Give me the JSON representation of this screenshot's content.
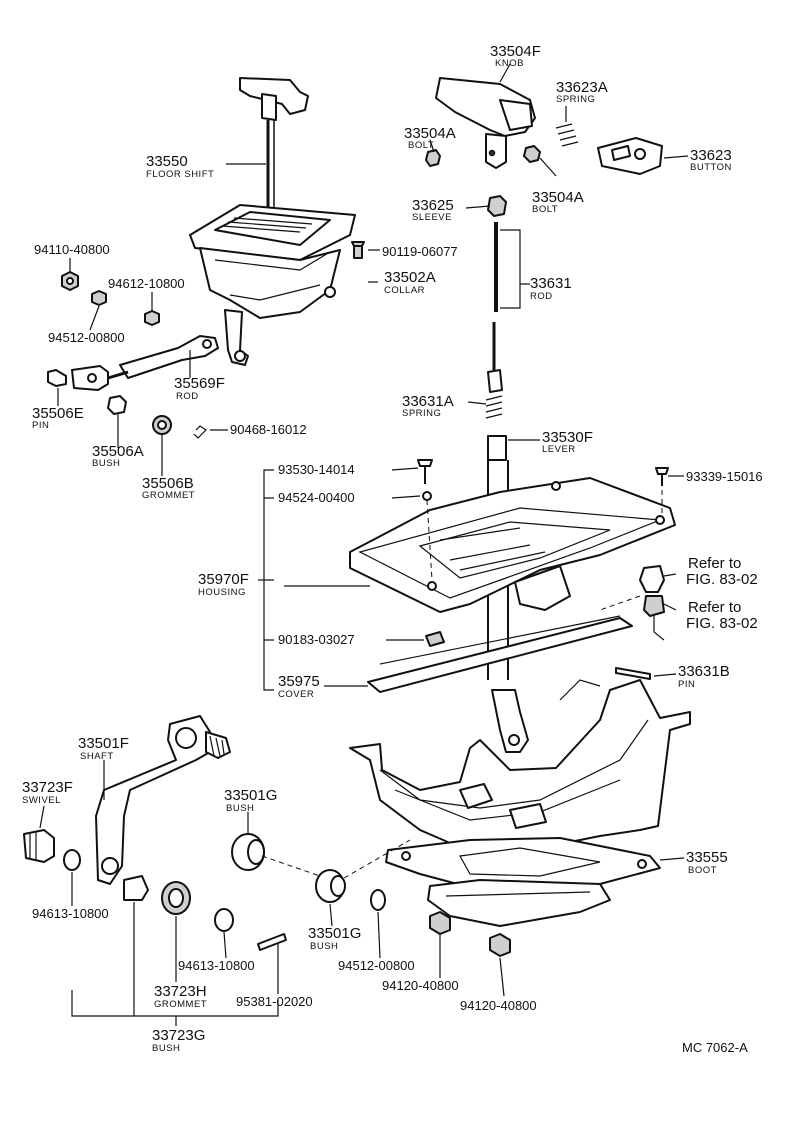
{
  "parts": {
    "p33504F": {
      "num": "33504F",
      "desc": "KNOB"
    },
    "p33623A": {
      "num": "33623A",
      "desc": "SPRING"
    },
    "p33504A_1": {
      "num": "33504A",
      "desc": "BOLT"
    },
    "p33504A_2": {
      "num": "33504A",
      "desc": "BOLT"
    },
    "p33623": {
      "num": "33623",
      "desc": "BUTTON"
    },
    "p33550": {
      "num": "33550",
      "desc": "FLOOR SHIFT"
    },
    "p33625": {
      "num": "33625",
      "desc": "SLEEVE"
    },
    "p94110": {
      "num": "94110-40800"
    },
    "p90119": {
      "num": "90119-06077"
    },
    "p94612": {
      "num": "94612-10800"
    },
    "p33502A": {
      "num": "33502A",
      "desc": "COLLAR"
    },
    "p33631": {
      "num": "33631",
      "desc": "ROD"
    },
    "p94512_1": {
      "num": "94512-00800"
    },
    "p35569F": {
      "num": "35569F",
      "desc": "ROD"
    },
    "p35506E": {
      "num": "35506E",
      "desc": "PIN"
    },
    "p33631A": {
      "num": "33631A",
      "desc": "SPRING"
    },
    "p90468": {
      "num": "90468-16012"
    },
    "p35506A": {
      "num": "35506A",
      "desc": "BUSH"
    },
    "p33530F": {
      "num": "33530F",
      "desc": "LEVER"
    },
    "p35506B": {
      "num": "35506B",
      "desc": "GROMMET"
    },
    "p93530": {
      "num": "93530-14014"
    },
    "p93339": {
      "num": "93339-15016"
    },
    "p94524": {
      "num": "94524-00400"
    },
    "p35970F": {
      "num": "35970F",
      "desc": "HOUSING"
    },
    "p90183": {
      "num": "90183-03027"
    },
    "p35975": {
      "num": "35975",
      "desc": "COVER"
    },
    "p33631B": {
      "num": "33631B",
      "desc": "PIN"
    },
    "p33501F": {
      "num": "33501F",
      "desc": "SHAFT"
    },
    "p33723F": {
      "num": "33723F",
      "desc": "SWIVEL"
    },
    "p33501G_1": {
      "num": "33501G",
      "desc": "BUSH"
    },
    "p33555": {
      "num": "33555",
      "desc": "BOOT"
    },
    "p94613_1": {
      "num": "94613-10800"
    },
    "p33501G_2": {
      "num": "33501G",
      "desc": "BUSH"
    },
    "p94512_2": {
      "num": "94512-00800"
    },
    "p33723H": {
      "num": "33723H",
      "desc": "GROMMET"
    },
    "p94613_2": {
      "num": "94613-10800"
    },
    "p94120_1": {
      "num": "94120-40800"
    },
    "p94120_2": {
      "num": "94120-40800"
    },
    "p95381": {
      "num": "95381-02020"
    },
    "p33723G": {
      "num": "33723G",
      "desc": "BUSH"
    }
  },
  "refs": {
    "ref1_a": "Refer to",
    "ref1_b": "FIG. 83-02",
    "ref2_a": "Refer to",
    "ref2_b": "FIG. 83-02"
  },
  "footer": {
    "code": "MC  7062-A"
  }
}
